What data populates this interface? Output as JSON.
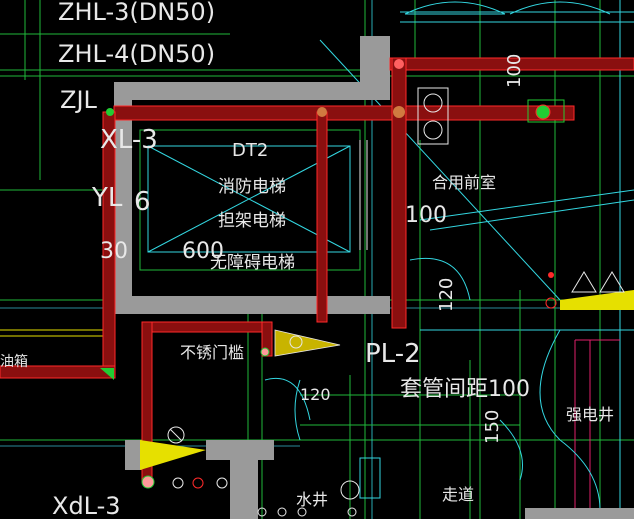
{
  "labels": {
    "zhl3": "ZHL-3(DN50)",
    "zhl4": "ZHL-4(DN50)",
    "zjl": "ZJL",
    "xl3": "XL-3",
    "yl": "YL",
    "yl_num": "6",
    "num_30": "30",
    "dt2": "DT2",
    "elevator1": "消防电梯",
    "elevator2": "担架电梯",
    "elevator3": "无障碍电梯",
    "dim_600": "600",
    "dim_100_top": "100",
    "dim_100_mid": "100",
    "dim_120": "120",
    "dim_150": "150",
    "room": "合用前室",
    "pl2": "PL-2",
    "casing": "套管间距100",
    "door": "不锈门槛",
    "dim_120_bottom": "120",
    "elec_shaft": "强电井",
    "water_well": "水井",
    "corridor": "走道",
    "left_cut": "油箱",
    "xdl3": "XdL-3"
  },
  "colors": {
    "background": "#000000",
    "wall": "#9a9a9a",
    "pipe": "#8a0f0f",
    "pipe_edge": "#ff2a2a",
    "green": "#22cc33",
    "cyan": "#33d6e0",
    "yellow": "#e6e000",
    "white_text": "#e8e8e8"
  }
}
